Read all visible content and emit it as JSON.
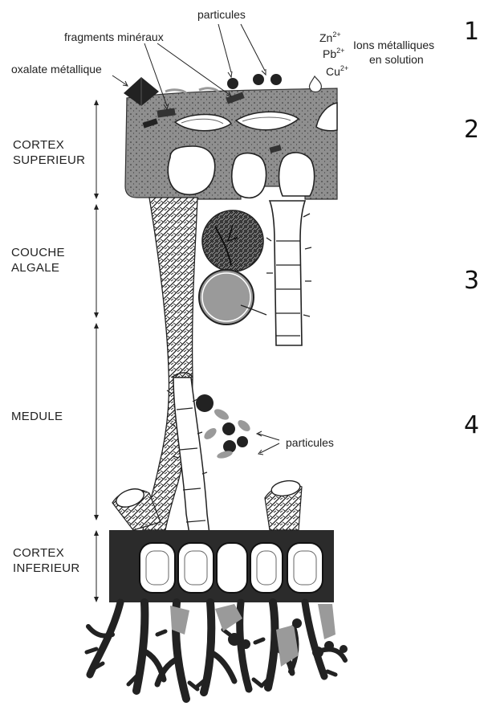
{
  "labels": {
    "particules_top": "particules",
    "fragments": "fragments minéraux",
    "oxalate": "oxalate métallique",
    "ions_line1": "Ions métalliques",
    "ions_line2": "en solution",
    "particules_mid": "particules"
  },
  "ions": [
    {
      "base": "Zn",
      "charge": "2+"
    },
    {
      "base": "Pb",
      "charge": "2+"
    },
    {
      "base": "Cu",
      "charge": "2+"
    }
  ],
  "layers": [
    {
      "line1": "CORTEX",
      "line2": "SUPERIEUR"
    },
    {
      "line1": "COUCHE",
      "line2": "ALGALE"
    },
    {
      "line1": "MEDULE",
      "line2": ""
    },
    {
      "line1": "CORTEX",
      "line2": "INFERIEUR"
    }
  ],
  "numbers": [
    "1",
    "2",
    "3",
    "4"
  ]
}
